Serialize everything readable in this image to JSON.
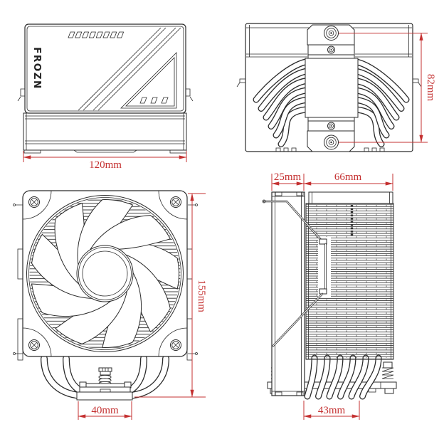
{
  "colors": {
    "line": "#2b2b2b",
    "dimension": "#c43030",
    "background": "#ffffff"
  },
  "logo": "FROZN",
  "dimensions": {
    "top_width": "120mm",
    "mount_span": "82mm",
    "front_height": "155mm",
    "front_base": "40mm",
    "side_fan": "25mm",
    "side_fins": "66mm",
    "side_base": "43mm"
  }
}
